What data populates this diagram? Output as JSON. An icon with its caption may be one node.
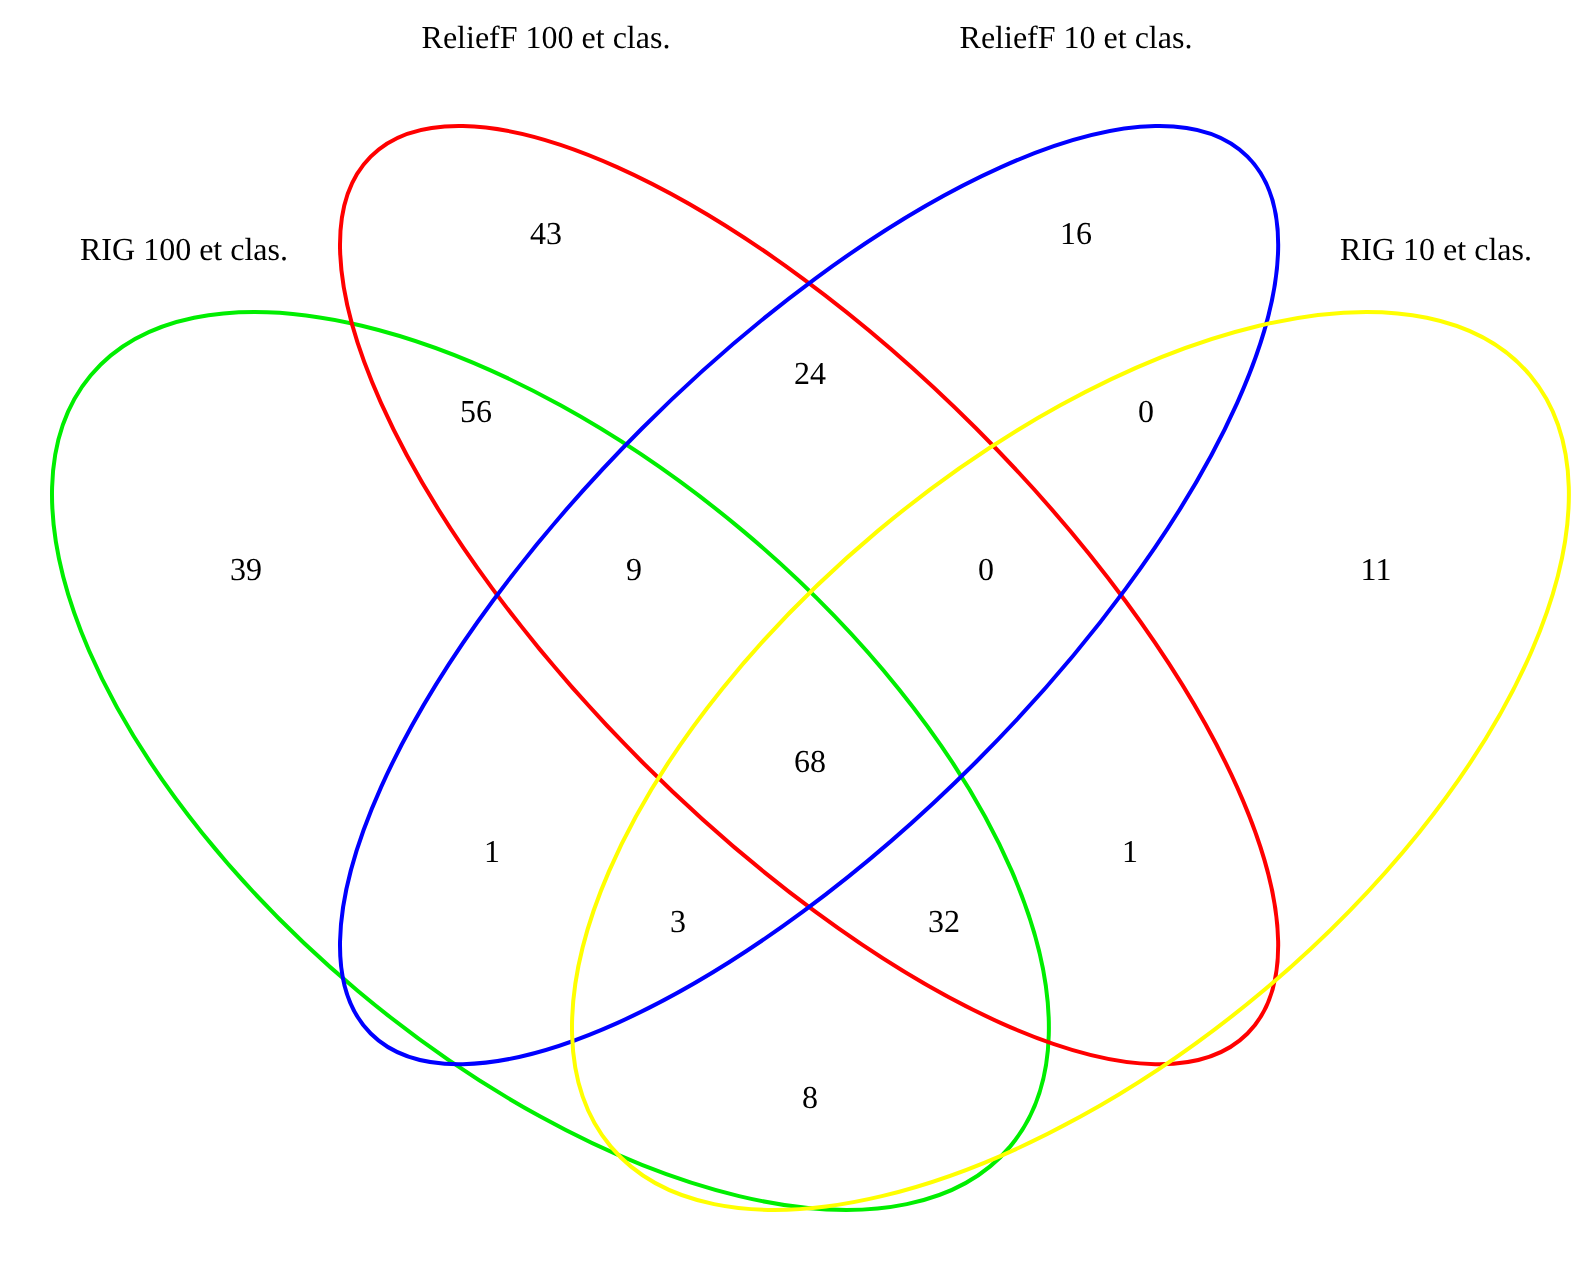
{
  "diagram": {
    "nodes": [
      {
        "text": [
          "RIG 100 et clas."
        ]
      },
      {
        "text": [
          "ReliefF 100 et clas."
        ]
      },
      {
        "text": [
          "ReliefF 10 et clas."
        ]
      },
      {
        "text": [
          "RIG 10 et clas."
        ]
      }
    ],
    "labels": [
      "43",
      "16",
      "24",
      "56",
      "0",
      "39",
      "9",
      "0",
      "11",
      "68",
      "1",
      "1",
      "3",
      "32",
      "8"
    ]
  }
}
